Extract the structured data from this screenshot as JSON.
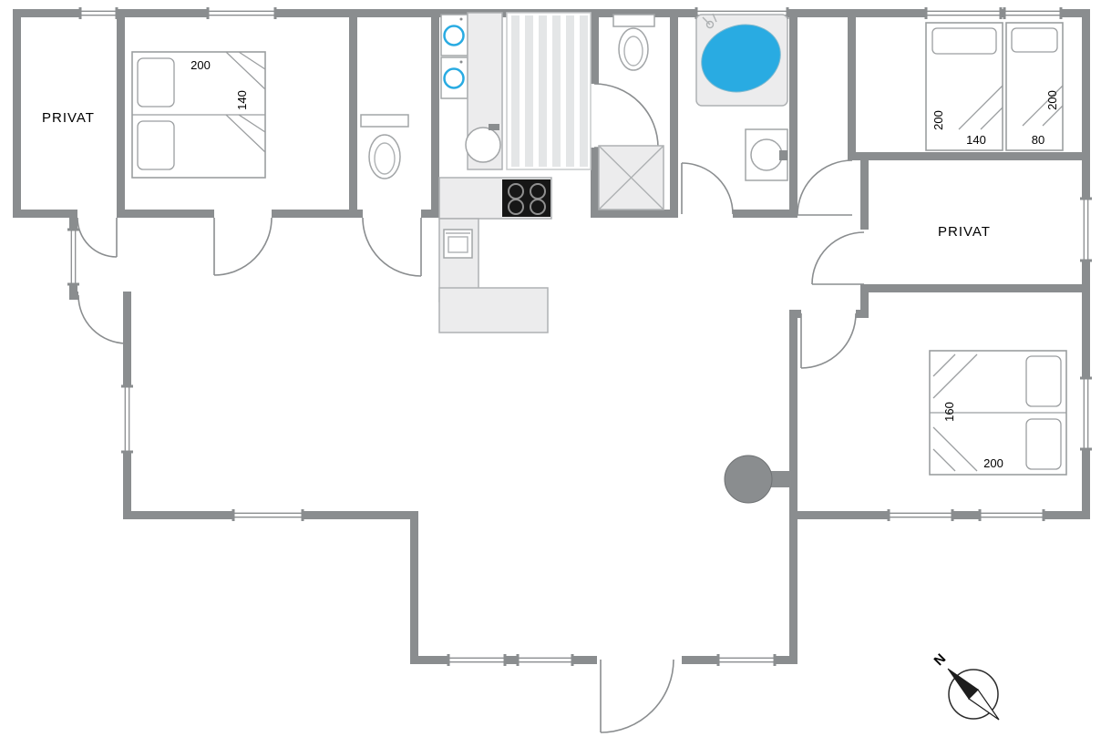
{
  "plan": {
    "type": "floor-plan"
  },
  "colors": {
    "wall": "#8a8d8f",
    "fixture_fill": "#ececed",
    "fixture_stroke": "#aeb1b3",
    "water_blue": "#29abe2",
    "cooktop_black": "#161616",
    "text": "#000000"
  },
  "rooms": {
    "privat_left": {
      "label": "PRIVAT"
    },
    "privat_right": {
      "label": "PRIVAT"
    }
  },
  "beds": {
    "top_left": {
      "length": "200",
      "width": "140"
    },
    "top_right_a": {
      "length": "200",
      "width": "140"
    },
    "top_right_b": {
      "length": "200",
      "width": "80"
    },
    "bottom_right": {
      "width": "160",
      "length": "200"
    }
  },
  "compass": {
    "north": "N"
  },
  "icons": {
    "toilet": "toilet-icon",
    "shower": "shower-icon",
    "bathtub": "bathtub-icon",
    "washbasin": "washbasin-icon",
    "kitchen_sink": "kitchen-sink-icon",
    "cooktop": "cooktop-icon",
    "washer": "washer-icon",
    "wardrobe": "wardrobe-icon",
    "wood_stove": "wood-stove-icon",
    "compass_rose": "compass-icon",
    "door": "door-arc-icon",
    "window": "window-icon"
  }
}
